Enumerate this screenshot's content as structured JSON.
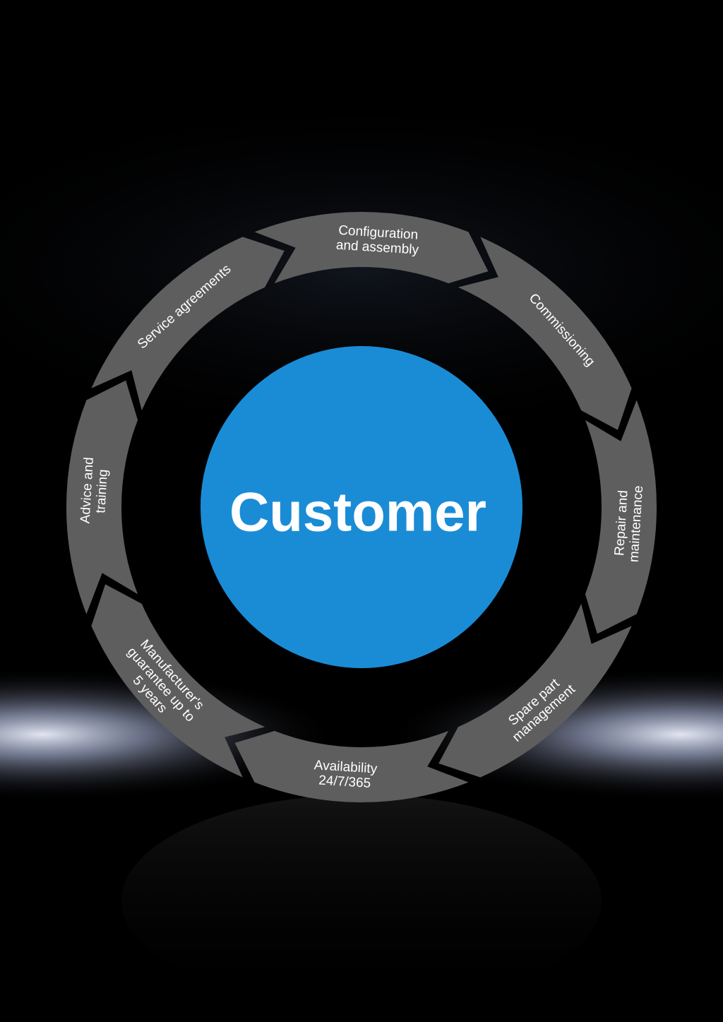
{
  "center": {
    "label": "Customer"
  },
  "colors": {
    "background": "#000000",
    "segment": "#5e5e5e",
    "center": "#1a8cd6",
    "glow": "#cfd8f5"
  },
  "cycle": [
    {
      "lines": [
        "Configuration",
        "and assembly"
      ]
    },
    {
      "lines": [
        "Commissioning"
      ]
    },
    {
      "lines": [
        "Repair and",
        "maintenance"
      ]
    },
    {
      "lines": [
        "Spare part",
        "management"
      ]
    },
    {
      "lines": [
        "Availability",
        "24/7/365"
      ]
    },
    {
      "lines": [
        "Manufacturer's",
        "guarantee up to",
        "5 years"
      ]
    },
    {
      "lines": [
        "Advice and",
        "training"
      ]
    },
    {
      "lines": [
        "Service agreements"
      ]
    }
  ]
}
